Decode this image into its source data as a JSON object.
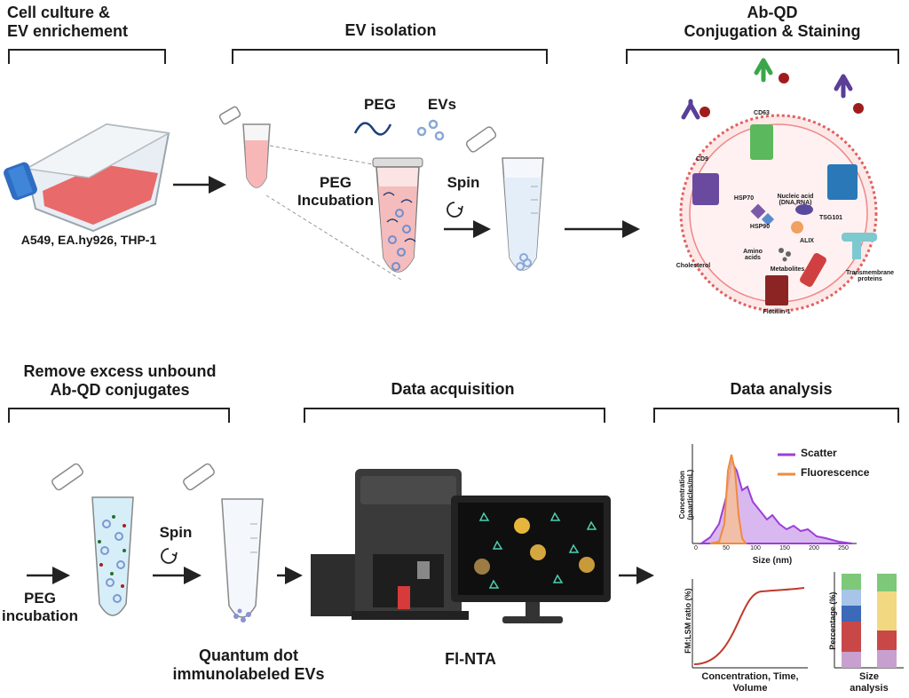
{
  "top": {
    "step1": {
      "title": "Cell culture &\nEV enrichement",
      "cells": "A549, EA.hy926, THP-1"
    },
    "step2": {
      "title": "EV isolation",
      "peg": "PEG",
      "evs": "EVs",
      "incubation": "PEG\nIncubation",
      "spin": "Spin"
    },
    "step3": {
      "title": "Ab-QD\nConjugation & Staining",
      "markers": {
        "cd63": "CD63",
        "cd9": "CD9",
        "hsp70": "HSP70",
        "hsp90": "HSP90",
        "nucleic": "Nucleic acid\n(DNA,RNA)",
        "tsg101": "TSG101",
        "alix": "ALIX",
        "amino": "Amino\nacids",
        "metabolites": "Metabolites",
        "cholesterol": "Cholesterol",
        "transmembrane": "Transmembrane\nproteins",
        "flotillin": "Flotillin-1"
      }
    }
  },
  "bottom": {
    "step4": {
      "title": "Remove excess unbound\nAb-QD conjugates",
      "spin": "Spin",
      "peg_incubation": "PEG\nincubation",
      "result": "Quantum dot\nimmunolabeled EVs"
    },
    "step5": {
      "title": "Data acquisition",
      "instrument": "Fl-NTA"
    },
    "step6": {
      "title": "Data analysis",
      "chart": {
        "ylabel": "Concentration\n(paarticles/mL)",
        "xlabel": "Size (nm)",
        "xticks": [
          "0",
          "50",
          "100",
          "150",
          "200",
          "250"
        ],
        "legend": [
          "Scatter",
          "Fluorescence"
        ],
        "colors": {
          "scatter": "#9b3fd6",
          "fluorescence": "#f08a3c"
        }
      },
      "curve": {
        "ylabel": "FM:LSM ratio (%)",
        "xlabel": "Concentration, Time,\nVolume"
      },
      "bars": {
        "ylabel": "Percentage (%)",
        "xlabel": "Size\nanalysis"
      }
    }
  }
}
